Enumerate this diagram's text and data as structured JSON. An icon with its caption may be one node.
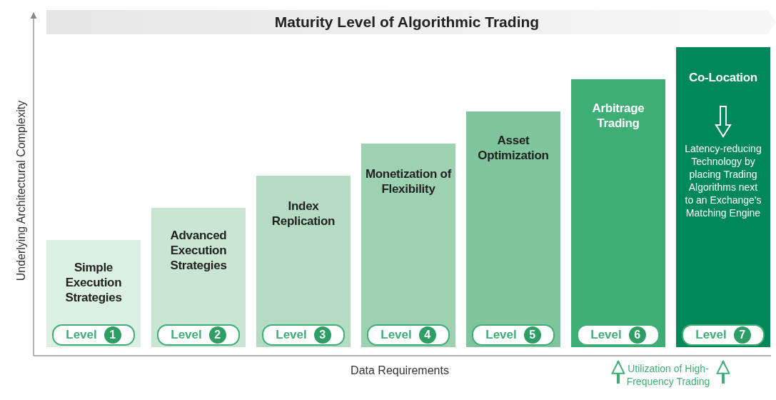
{
  "diagram": {
    "title": "Maturity Level of Algorithmic Trading",
    "nodes": [
      {
        "text": [
          "Simple Execution Strategies"
        ]
      },
      {
        "text": [
          "Level",
          "1"
        ],
        "in": 0
      },
      {
        "text": [
          "Advanced Execution Strategies"
        ]
      },
      {
        "text": [
          "Level",
          "2"
        ],
        "in": 2
      },
      {
        "text": [
          "Index Replication"
        ]
      },
      {
        "text": [
          "Level",
          "3"
        ],
        "in": 4
      },
      {
        "text": [
          "Monetization of Flexibility"
        ]
      },
      {
        "text": [
          "Level",
          "4"
        ],
        "in": 6
      },
      {
        "text": [
          "Asset Optimization"
        ]
      },
      {
        "text": [
          "Level",
          "5"
        ],
        "in": 8
      },
      {
        "text": [
          "Arbitrage Trading"
        ]
      },
      {
        "text": [
          "Level",
          "6"
        ],
        "in": 10
      },
      {
        "text": [
          "Co-Location",
          "Latency-reducing Technology by placing Trading Algorithms next to an Exchange's Matching Engine"
        ]
      },
      {
        "text": [
          "Level",
          "7"
        ],
        "in": 12
      },
      {
        "text": [
          "Utilization of High-Frequency Trading"
        ]
      }
    ],
    "edges": [
      {
        "from": 14,
        "to": 10,
        "arrow": "to"
      },
      {
        "from": 14,
        "to": 12,
        "arrow": "to"
      }
    ],
    "labels": [
      "Underlying Architectural Complexity",
      "Data Requirements"
    ]
  }
}
